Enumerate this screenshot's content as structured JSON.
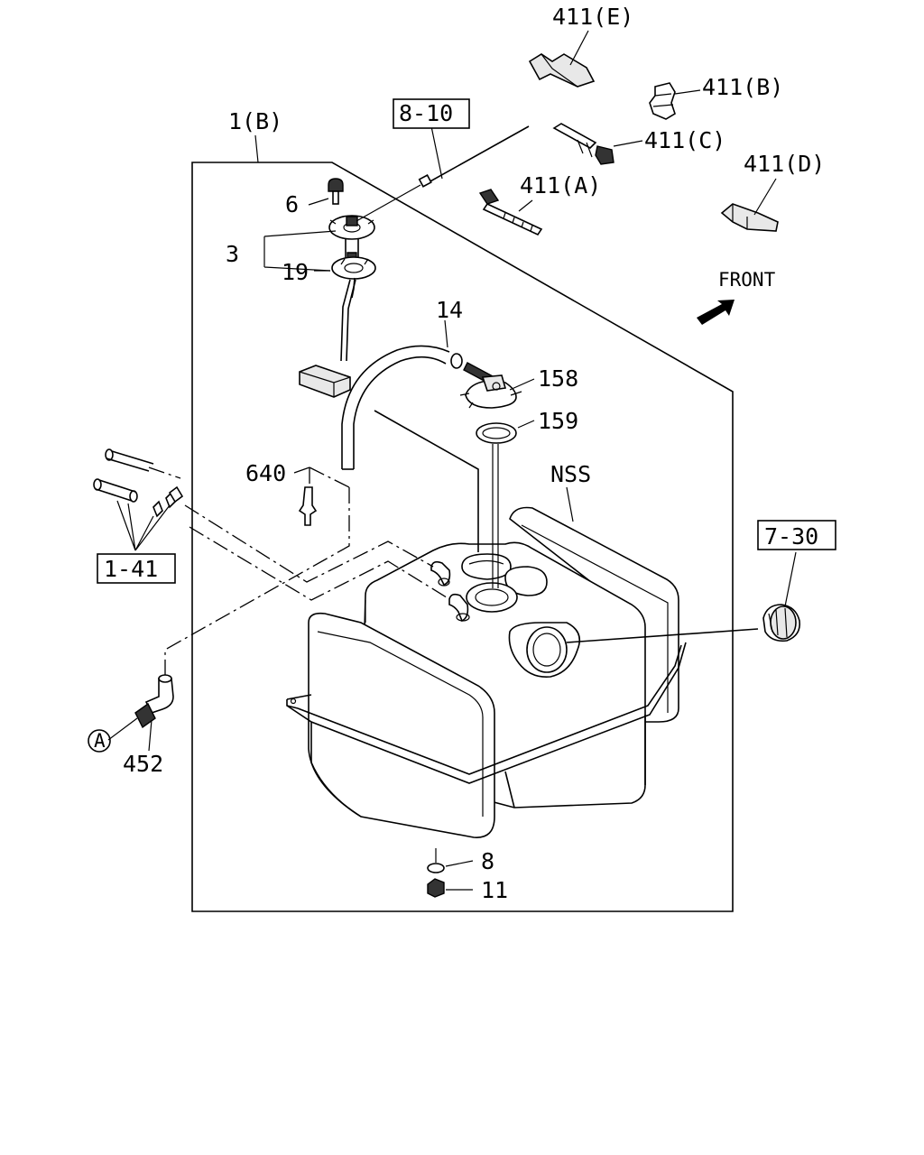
{
  "callouts": {
    "part_411e": "411(E)",
    "part_411b": "411(B)",
    "part_411c": "411(C)",
    "part_411d": "411(D)",
    "part_411a": "411(A)",
    "part_1b": "1(B)",
    "ref_8_10": "8-10",
    "part_6": "6",
    "part_3": "3",
    "part_19": "19",
    "part_14": "14",
    "part_158": "158",
    "part_159": "159",
    "part_640": "640",
    "part_nss": "NSS",
    "ref_1_41": "1-41",
    "ref_7_30": "7-30",
    "marker_a": "A",
    "part_452": "452",
    "part_8": "8",
    "part_11": "11"
  },
  "orientation": {
    "front_label": "FRONT"
  }
}
